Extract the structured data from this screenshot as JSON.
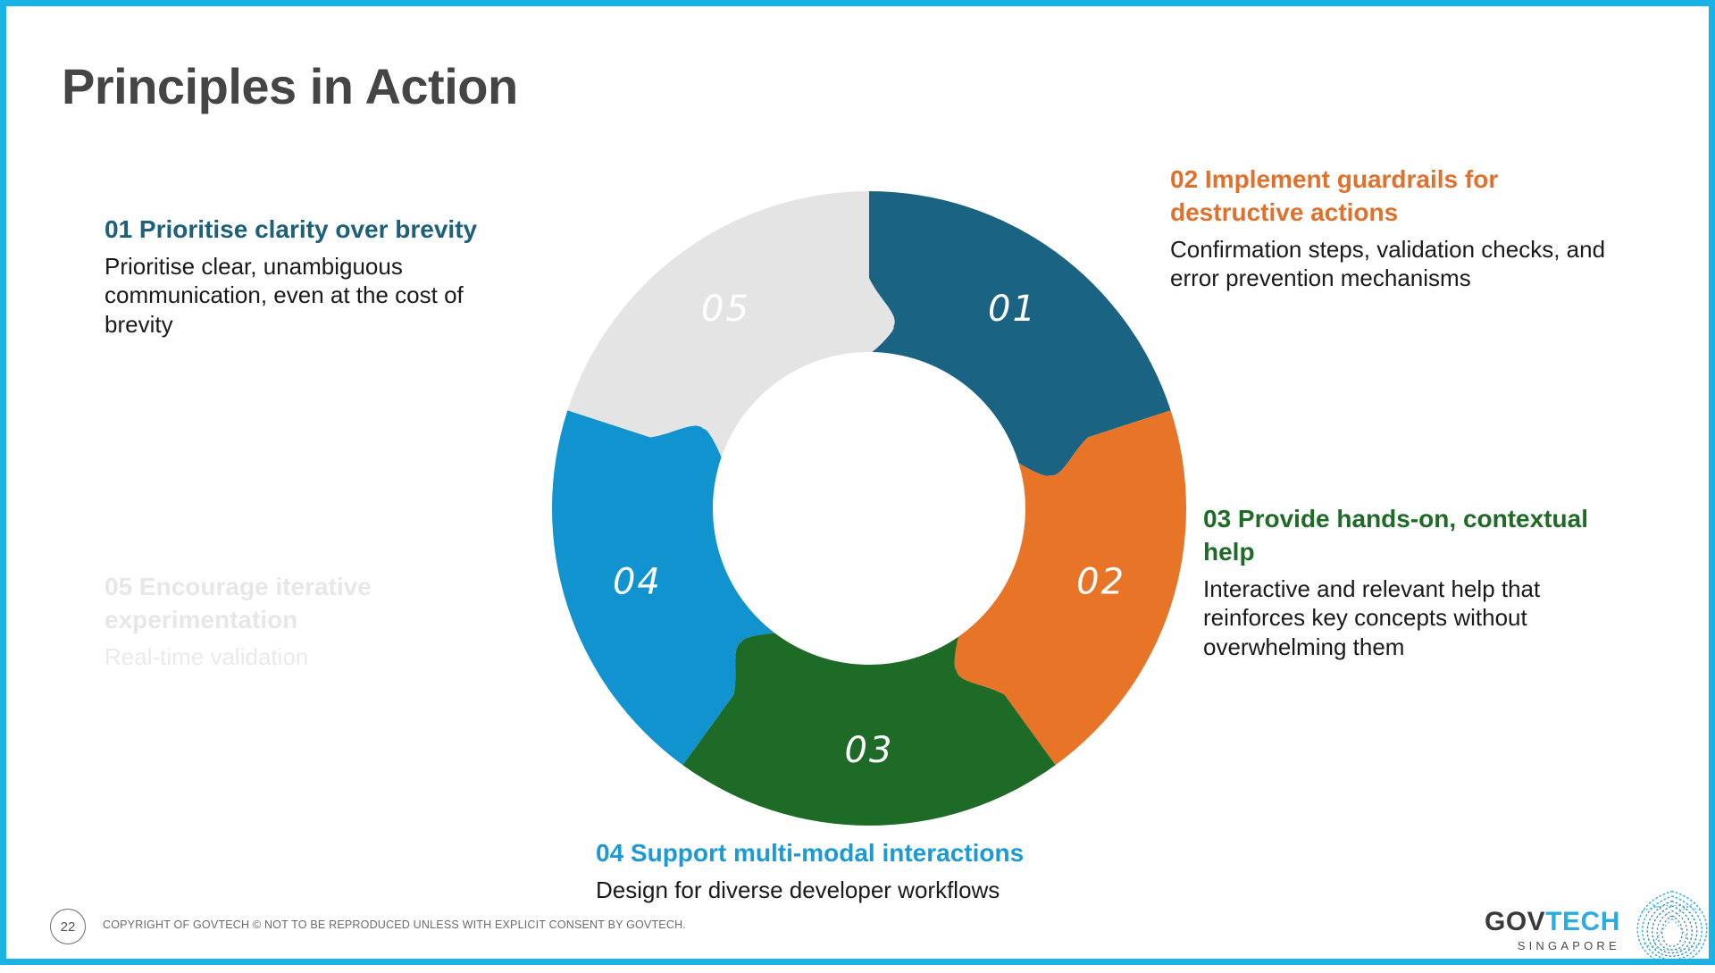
{
  "slide": {
    "title": "Principles in Action",
    "border_color": "#19B4E5"
  },
  "chart_data": {
    "type": "pie",
    "title": "Principles in Action",
    "legend_position": "around",
    "segments": [
      {
        "id": "01",
        "label": "01",
        "heading": "01 Prioritise clarity over brevity",
        "body": "Prioritise clear, unambiguous communication, even at the cost of brevity",
        "color": "#1B6383",
        "value": 20,
        "start_angle": -90,
        "end_angle": -18,
        "muted": false
      },
      {
        "id": "02",
        "label": "02",
        "heading": "02 Implement guardrails for destructive actions",
        "body": "Confirmation steps, validation checks, and error prevention mechanisms",
        "color": "#E87428",
        "value": 20,
        "start_angle": -90,
        "end_angle": -18,
        "muted": false
      },
      {
        "id": "03",
        "label": "03",
        "heading": "03 Provide hands-on, contextual help",
        "body": "Interactive and relevant help that reinforces key concepts without overwhelming them",
        "color": "#1E6B28",
        "value": 20,
        "start_angle": -18,
        "end_angle": 54,
        "muted": false
      },
      {
        "id": "04",
        "label": "04",
        "heading": "04 Support multi-modal interactions",
        "body": "Design for diverse developer workflows",
        "color": "#1093CE",
        "value": 20,
        "start_angle": 54,
        "end_angle": 126,
        "muted": false
      },
      {
        "id": "05",
        "label": "05",
        "heading": "05 Encourage iterative experimentation",
        "body": "Real-time validation",
        "color": "#E4E4E4",
        "value": 20,
        "start_angle": 126,
        "end_angle": 198,
        "muted": true
      }
    ]
  },
  "footer": {
    "page_number": "22",
    "copyright": "COPYRIGHT OF GOVTECH © NOT TO BE REPRODUCED UNLESS WITH EXPLICIT CONSENT BY GOVTECH."
  },
  "logo": {
    "word_primary": "GOV",
    "word_accent": "TECH",
    "subtitle": "SINGAPORE",
    "accent_color": "#2AADE0"
  }
}
